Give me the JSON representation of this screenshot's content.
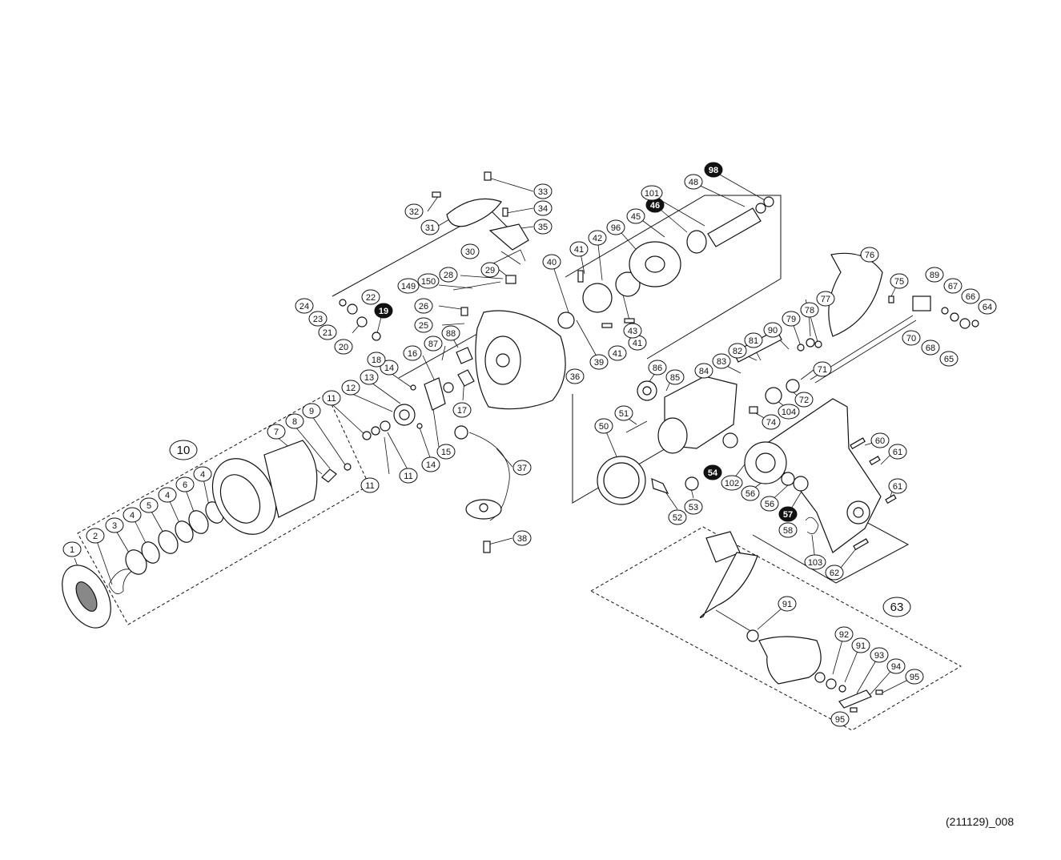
{
  "diagram": {
    "code": "(211129)_008",
    "labels": [
      {
        "t": "1"
      },
      {
        "t": "2"
      },
      {
        "t": "3"
      },
      {
        "t": "4"
      },
      {
        "t": "5"
      },
      {
        "t": "4"
      },
      {
        "t": "6"
      },
      {
        "t": "4"
      },
      {
        "t": "7"
      },
      {
        "t": "8"
      },
      {
        "t": "9"
      },
      {
        "t": "10",
        "style": "big"
      },
      {
        "t": "11"
      },
      {
        "t": "12"
      },
      {
        "t": "11"
      },
      {
        "t": "11"
      },
      {
        "t": "13"
      },
      {
        "t": "14"
      },
      {
        "t": "14"
      },
      {
        "t": "15"
      },
      {
        "t": "16"
      },
      {
        "t": "17"
      },
      {
        "t": "18"
      },
      {
        "t": "19",
        "style": "inv"
      },
      {
        "t": "20"
      },
      {
        "t": "21"
      },
      {
        "t": "22"
      },
      {
        "t": "23"
      },
      {
        "t": "24"
      },
      {
        "t": "25"
      },
      {
        "t": "26"
      },
      {
        "t": "87"
      },
      {
        "t": "88"
      },
      {
        "t": "149"
      },
      {
        "t": "150"
      },
      {
        "t": "28"
      },
      {
        "t": "29"
      },
      {
        "t": "30"
      },
      {
        "t": "31"
      },
      {
        "t": "32"
      },
      {
        "t": "33"
      },
      {
        "t": "34"
      },
      {
        "t": "35"
      },
      {
        "t": "36"
      },
      {
        "t": "37"
      },
      {
        "t": "38"
      },
      {
        "t": "39"
      },
      {
        "t": "40"
      },
      {
        "t": "41"
      },
      {
        "t": "42"
      },
      {
        "t": "41"
      },
      {
        "t": "41"
      },
      {
        "t": "43"
      },
      {
        "t": "96"
      },
      {
        "t": "45"
      },
      {
        "t": "46",
        "style": "inv"
      },
      {
        "t": "101"
      },
      {
        "t": "48"
      },
      {
        "t": "98",
        "style": "inv"
      },
      {
        "t": "76"
      },
      {
        "t": "75"
      },
      {
        "t": "89"
      },
      {
        "t": "67"
      },
      {
        "t": "66"
      },
      {
        "t": "64"
      },
      {
        "t": "68"
      },
      {
        "t": "65"
      },
      {
        "t": "70"
      },
      {
        "t": "77"
      },
      {
        "t": "78"
      },
      {
        "t": "79"
      },
      {
        "t": "90"
      },
      {
        "t": "81"
      },
      {
        "t": "82"
      },
      {
        "t": "83"
      },
      {
        "t": "84"
      },
      {
        "t": "86"
      },
      {
        "t": "85"
      },
      {
        "t": "71"
      },
      {
        "t": "72"
      },
      {
        "t": "104"
      },
      {
        "t": "74"
      },
      {
        "t": "51"
      },
      {
        "t": "50"
      },
      {
        "t": "54",
        "style": "inv"
      },
      {
        "t": "102"
      },
      {
        "t": "56"
      },
      {
        "t": "56"
      },
      {
        "t": "57",
        "style": "inv"
      },
      {
        "t": "58"
      },
      {
        "t": "60"
      },
      {
        "t": "61"
      },
      {
        "t": "61"
      },
      {
        "t": "52"
      },
      {
        "t": "53"
      },
      {
        "t": "103"
      },
      {
        "t": "62"
      },
      {
        "t": "63",
        "style": "big"
      },
      {
        "t": "91"
      },
      {
        "t": "92"
      },
      {
        "t": "91"
      },
      {
        "t": "93"
      },
      {
        "t": "94"
      },
      {
        "t": "95"
      },
      {
        "t": "95"
      }
    ]
  }
}
